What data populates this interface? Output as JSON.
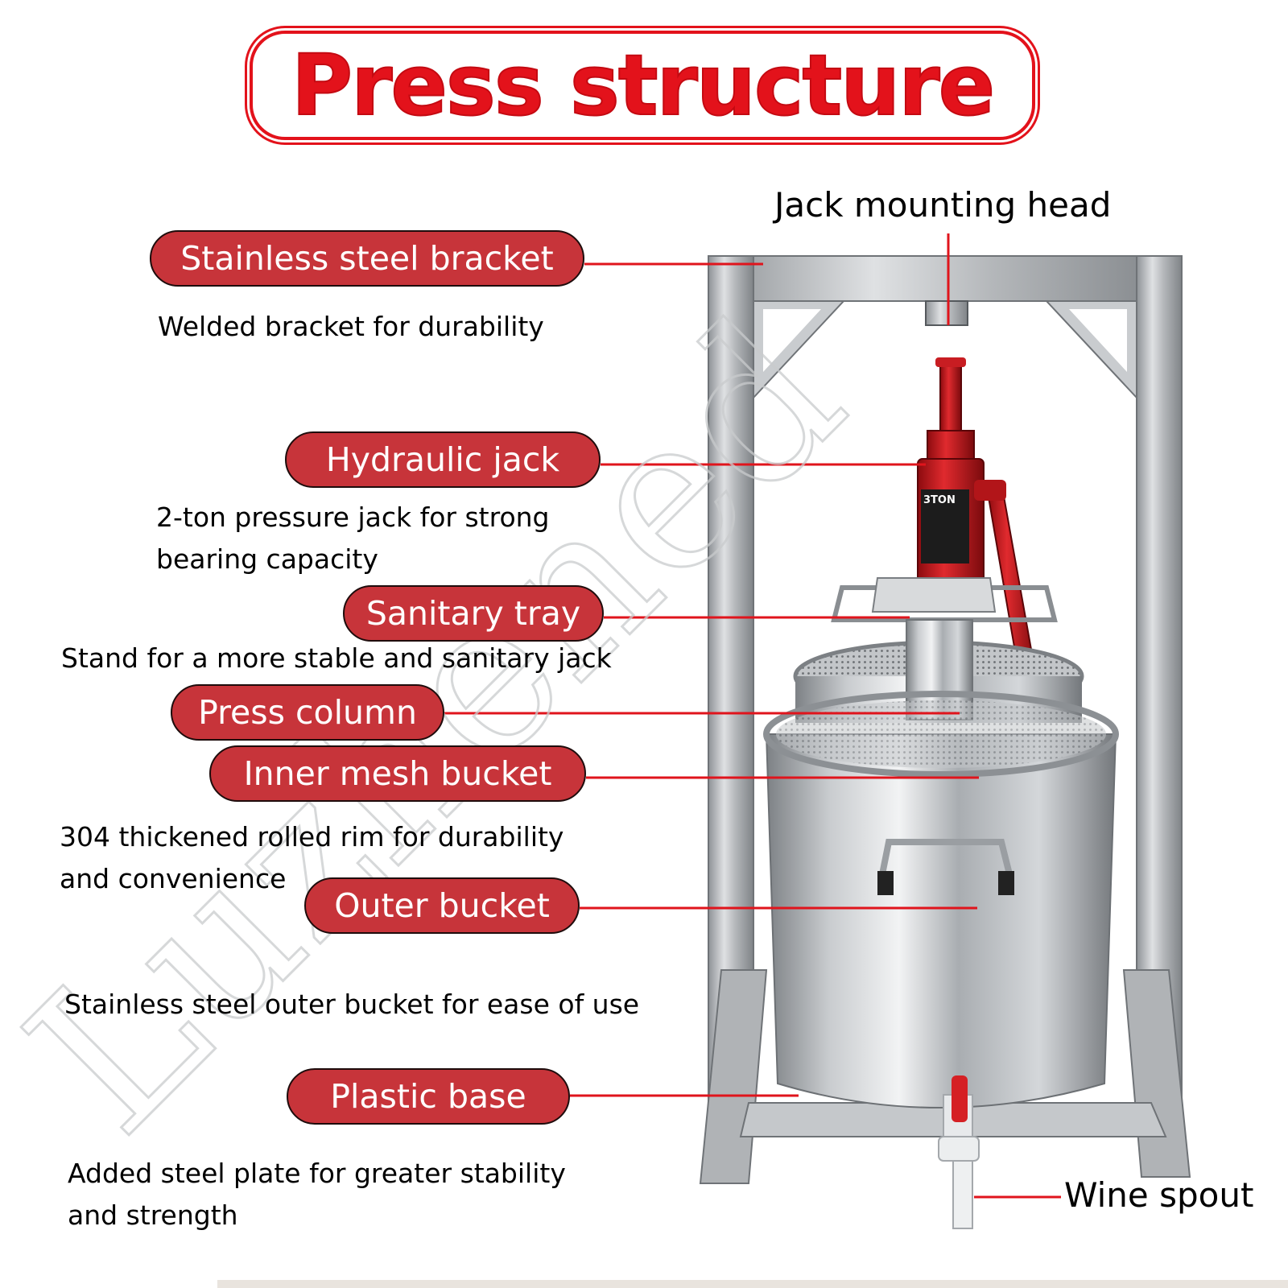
{
  "title": "Press structure",
  "watermark": "Luzhened",
  "colors": {
    "title_red": "#e3121b",
    "pill_fill": "#c7343a",
    "leader_line": "#e0141c",
    "steel": "#b9bcbf"
  },
  "parts": [
    {
      "label": "Stainless steel bracket",
      "description": [
        "Welded bracket for durability"
      ]
    },
    {
      "label": "Hydraulic jack",
      "description": [
        "2-ton pressure jack for strong",
        "bearing capacity"
      ]
    },
    {
      "label": "Sanitary tray",
      "description": [
        "Stand for a more stable and sanitary jack"
      ]
    },
    {
      "label": "Press column",
      "description": []
    },
    {
      "label": "Inner mesh bucket",
      "description": [
        "304 thickened rolled rim for durability",
        "and convenience"
      ]
    },
    {
      "label": "Outer bucket",
      "description": [
        "Stainless steel outer bucket for ease of use"
      ]
    },
    {
      "label": "Plastic base",
      "description": [
        "Added steel plate for greater stability",
        "and strength"
      ]
    }
  ],
  "callouts": {
    "jack_head": "Jack mounting head",
    "wine_spout": "Wine spout"
  },
  "jack_badge": "3TON"
}
